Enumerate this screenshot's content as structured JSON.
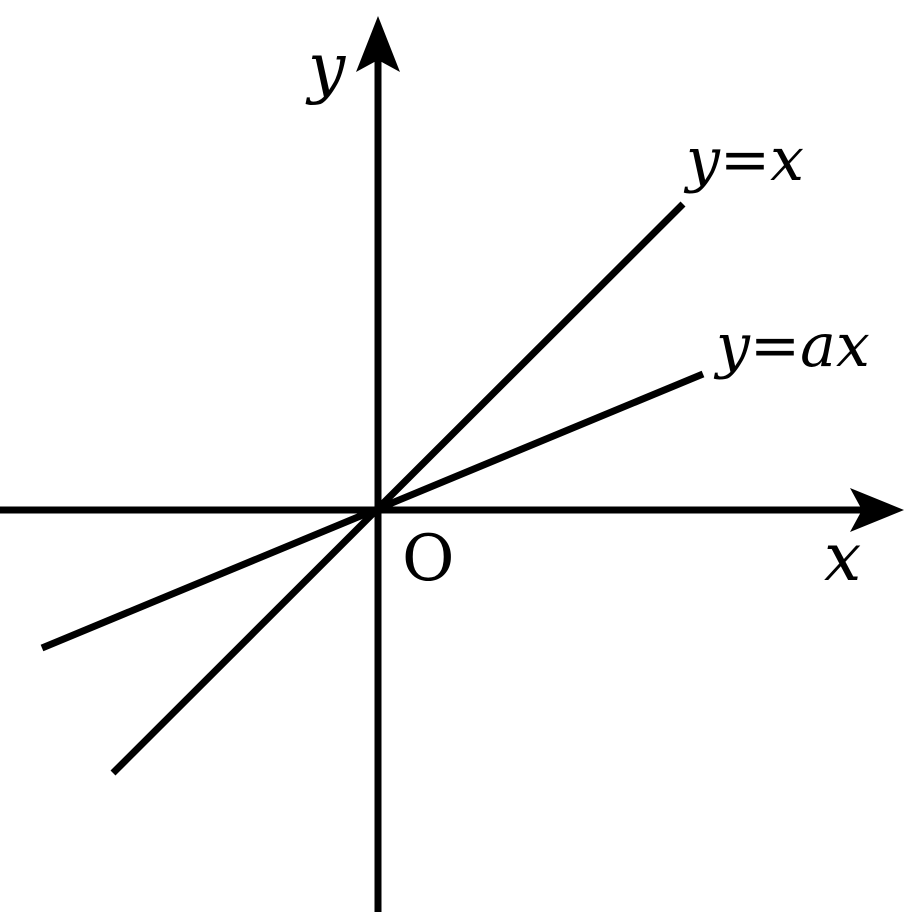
{
  "axes": {
    "x_label": "x",
    "y_label": "y",
    "origin_label": "O"
  },
  "lines": [
    {
      "label": "y=x"
    },
    {
      "label": "y=ax"
    }
  ]
}
